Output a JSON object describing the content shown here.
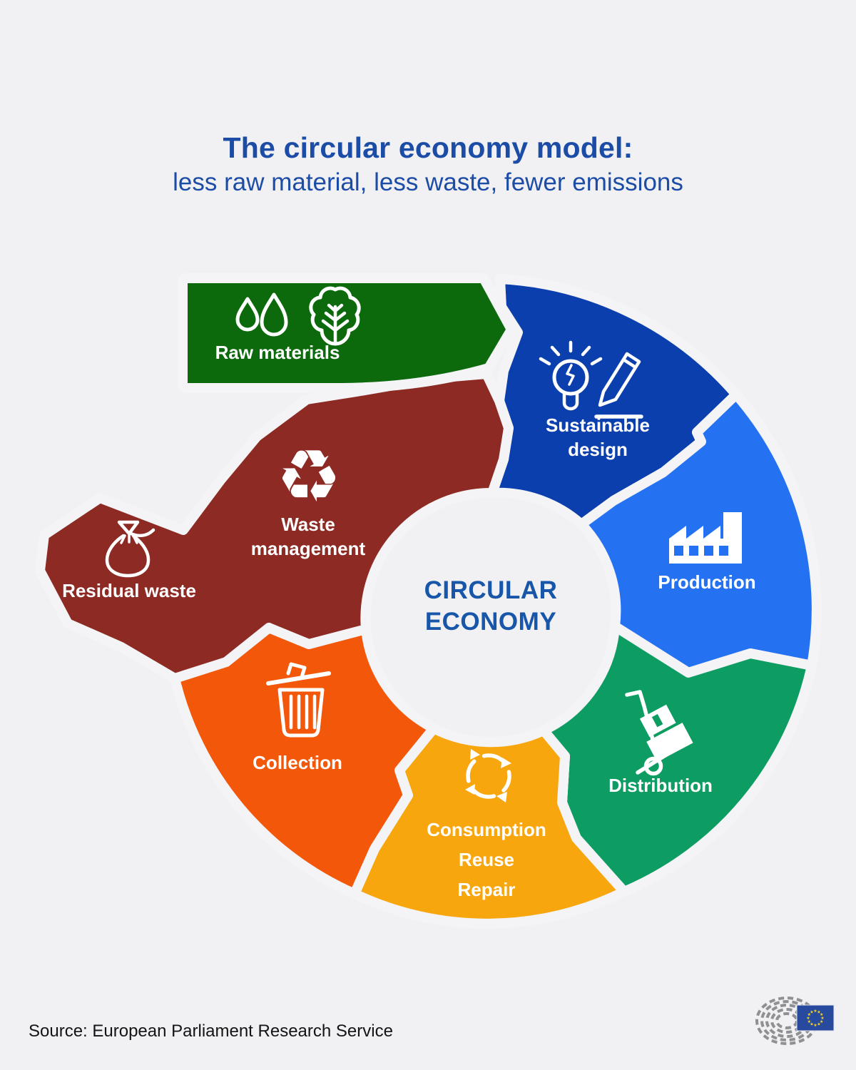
{
  "title": {
    "line1": "The circular economy model:",
    "line2": "less raw material, less waste, fewer emissions"
  },
  "center": {
    "line1": "CIRCULAR",
    "line2": "ECONOMY"
  },
  "segments": {
    "raw_materials": {
      "label": "Raw materials",
      "color": "#0c6a0c",
      "icon": "water-drops-and-tree-icon"
    },
    "sustainable_design": {
      "line1": "Sustainable",
      "line2": "design",
      "color": "#0c3fae",
      "icon": "lightbulb-and-pencil-icon"
    },
    "production": {
      "label": "Production",
      "color": "#2471f2",
      "icon": "factory-icon"
    },
    "distribution": {
      "label": "Distribution",
      "color": "#0d9c62",
      "icon": "hand-truck-icon"
    },
    "consumption": {
      "lines": [
        "Consumption",
        "Reuse",
        "Repair"
      ],
      "color": "#f8a60d",
      "icon": "cycle-arrows-icon"
    },
    "collection": {
      "label": "Collection",
      "color": "#f3570a",
      "icon": "trash-bin-icon"
    },
    "waste_management": {
      "line1": "Waste",
      "line2": "management",
      "color": "#8c2a23",
      "icon": "recycle-arrows-icon"
    },
    "residual_waste": {
      "label": "Residual waste",
      "color": "#8c2a23",
      "icon": "waste-bag-icon"
    }
  },
  "icons": {
    "recycle_glyph": "♻"
  },
  "source": "Source: European Parliament Research Service",
  "logo": {
    "name": "european-parliament-logo"
  },
  "colors": {
    "background": "#f1f0f3",
    "divider": "#f4f3f6",
    "title_blue": "#1c4da6",
    "center_blue": "#1856a9",
    "eu_flag_blue": "#274a9e",
    "eu_star_yellow": "#ffd617",
    "logo_grey": "#8f9094"
  }
}
